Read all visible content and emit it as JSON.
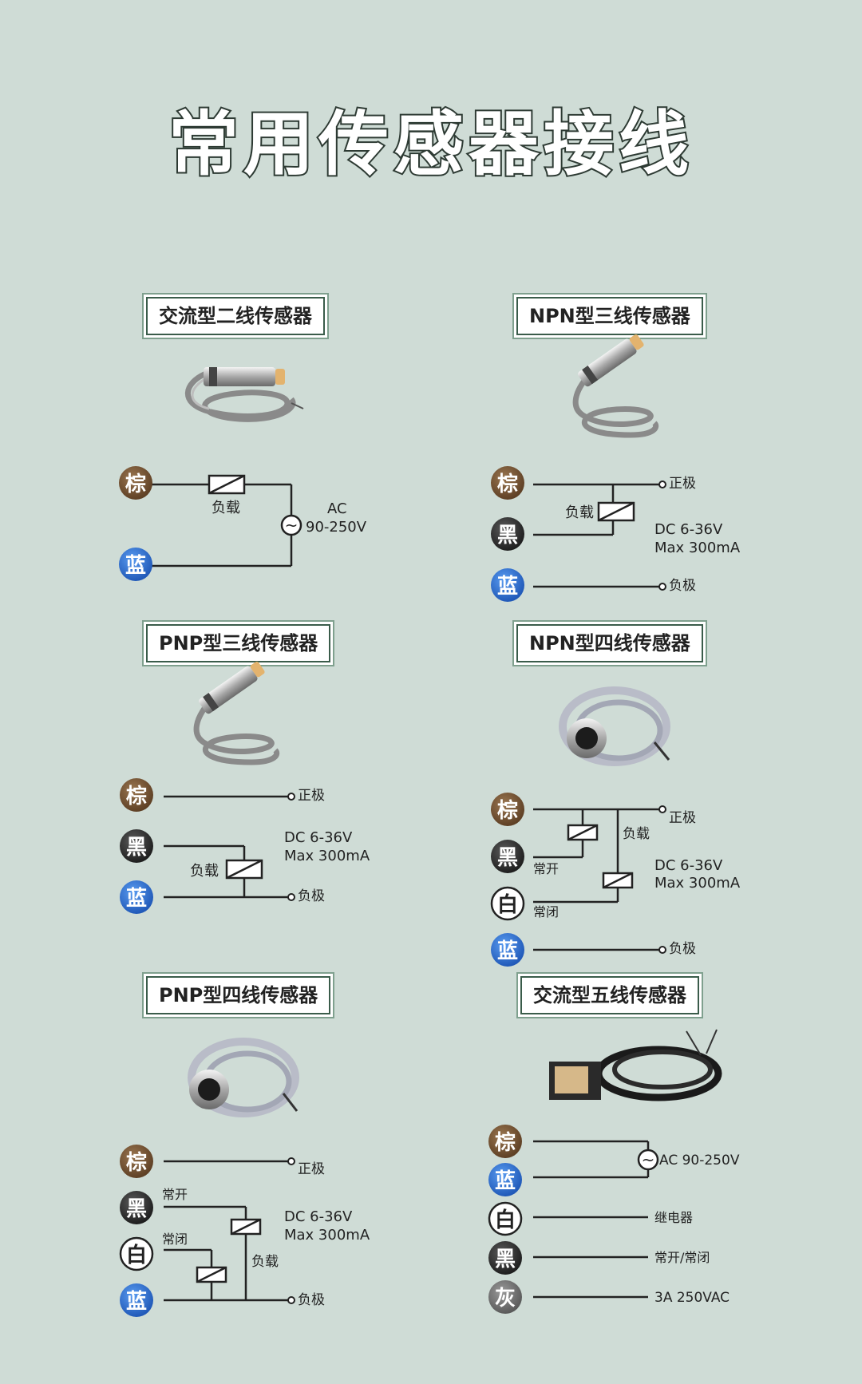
{
  "page": {
    "title": "常用传感器接线"
  },
  "colors": {
    "background": "#cfdcd6",
    "brown": "#6b4a2e",
    "black": "#2a2a2a",
    "blue": "#2d6fd1",
    "white": "#ffffff",
    "gray": "#6a6a6a",
    "line": "#222222"
  },
  "wire_colors": {
    "brown": "棕",
    "black": "黑",
    "blue": "蓝",
    "white": "白",
    "gray": "灰"
  },
  "text": {
    "load": "负载",
    "ac_line1": "AC",
    "ac_line2": "90-250V",
    "dc_line1": "DC 6-36V",
    "dc_line2": "Max 300mA",
    "positive": "正极",
    "negative": "负极",
    "no": "常开",
    "nc": "常闭",
    "ac_full": "AC 90-250V",
    "relay": "继电器",
    "no_nc": "常开/常闭",
    "rating": "3A 250VAC",
    "ac_symbol": "~"
  },
  "sections": [
    {
      "name": "交流型二线传感器",
      "image": "cylindrical-sensor-photo"
    },
    {
      "name": "NPN型三线传感器",
      "image": "cylindrical-sensor-photo"
    },
    {
      "name": "PNP型三线传感器",
      "image": "cylindrical-sensor-photo"
    },
    {
      "name": "NPN型四线传感器",
      "image": "coiled-sensor-photo"
    },
    {
      "name": "PNP型四线传感器",
      "image": "coiled-sensor-photo"
    },
    {
      "name": "交流型五线传感器",
      "image": "photoelectric-sensor-photo"
    }
  ]
}
